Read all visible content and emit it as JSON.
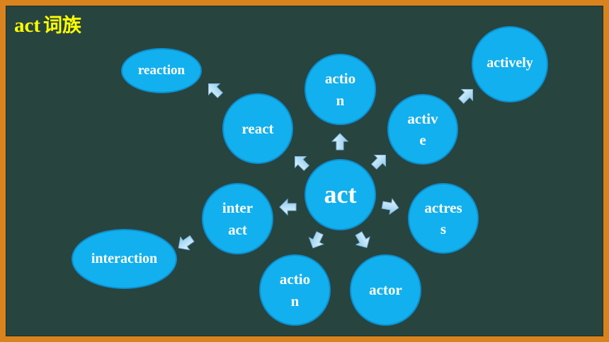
{
  "title": {
    "en": "act",
    "zh": "词族"
  },
  "center": "act",
  "words": {
    "reaction": "reaction",
    "react": "react",
    "action_top": "actio n",
    "active": "activ e",
    "actively": "actively",
    "interact": "inter act",
    "actress": "actres s",
    "interaction": "interaction",
    "action_bottom": "actio n",
    "actor": "actor"
  },
  "colors": {
    "node_fill": "#12b0ee",
    "board": "#28443f",
    "frame": "#d9831f",
    "title": "#ffff00",
    "arrow": "#a9d8f2"
  }
}
